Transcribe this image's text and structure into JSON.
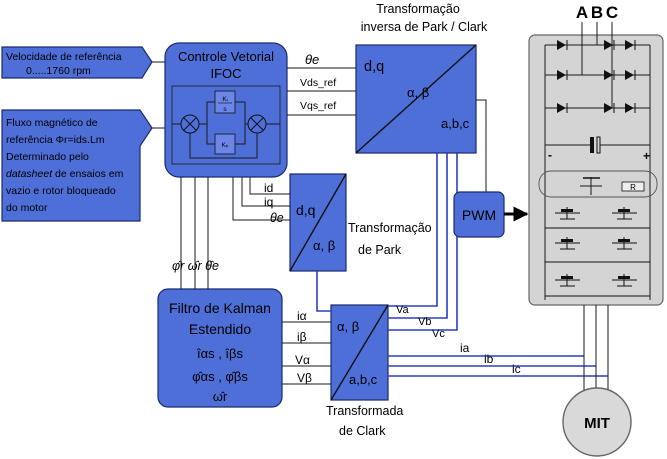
{
  "inputs": {
    "speed_ref_line1": "Velocidade de referência",
    "speed_ref_line2": "0.....1760 rpm",
    "flux_line1": "Fluxo magnético de",
    "flux_line2": "referência  Φr=ids.Lm",
    "flux_line3": "Determinado pelo",
    "flux_line4_italic": "datasheet",
    "flux_line4_rest": " de ensaios em",
    "flux_line5": "vazio e rotor bloqueado",
    "flux_line6": "do motor"
  },
  "controller": {
    "title_line1": "Controle Vetorial",
    "title_line2": "IFOC",
    "ki_over_s": "Ki/s",
    "kp": "Kp"
  },
  "inverse_transform": {
    "caption_line1": "Transformação",
    "caption_line2": "inversa de Park / Clark",
    "top": "d,q",
    "middle": "α, β",
    "bottom": "a,b,c",
    "theta": "θe",
    "vd": "Vds_ref",
    "vq": "Vqs_ref"
  },
  "park": {
    "top": "d,q",
    "bottom": "α, β",
    "caption_line1": "Transformação",
    "caption_line2": "de  Park",
    "id": "id",
    "iq": "iq",
    "theta": "θe"
  },
  "pwm": {
    "label": "PWM"
  },
  "kalman": {
    "title_line1": "Filtro de Kalman",
    "title_line2": "Estendido",
    "estimates_line1": "îαs , îβs",
    "estimates_line2": "φ̂αs , φ̂βs",
    "estimates_line3": "ω̂r",
    "feedback_labels": "φ̂r  ω̂r θ̂e"
  },
  "clark": {
    "top": "α, β",
    "bottom": "a,b,c",
    "caption_line1": "Transformada",
    "caption_line2": "de Clark",
    "i_alpha": "iα",
    "i_beta": "iβ",
    "v_alpha": "Vα",
    "v_beta": "Vβ",
    "va": "Va",
    "vb": "Vb",
    "vc": "Vc",
    "ia": "ia",
    "ib": "ib",
    "ic": "ic"
  },
  "inverter": {
    "phase_a": "A",
    "phase_b": "B",
    "phase_c": "C",
    "minus": "-",
    "plus": "+",
    "resistor": "R"
  },
  "motor": {
    "label": "MIT"
  }
}
